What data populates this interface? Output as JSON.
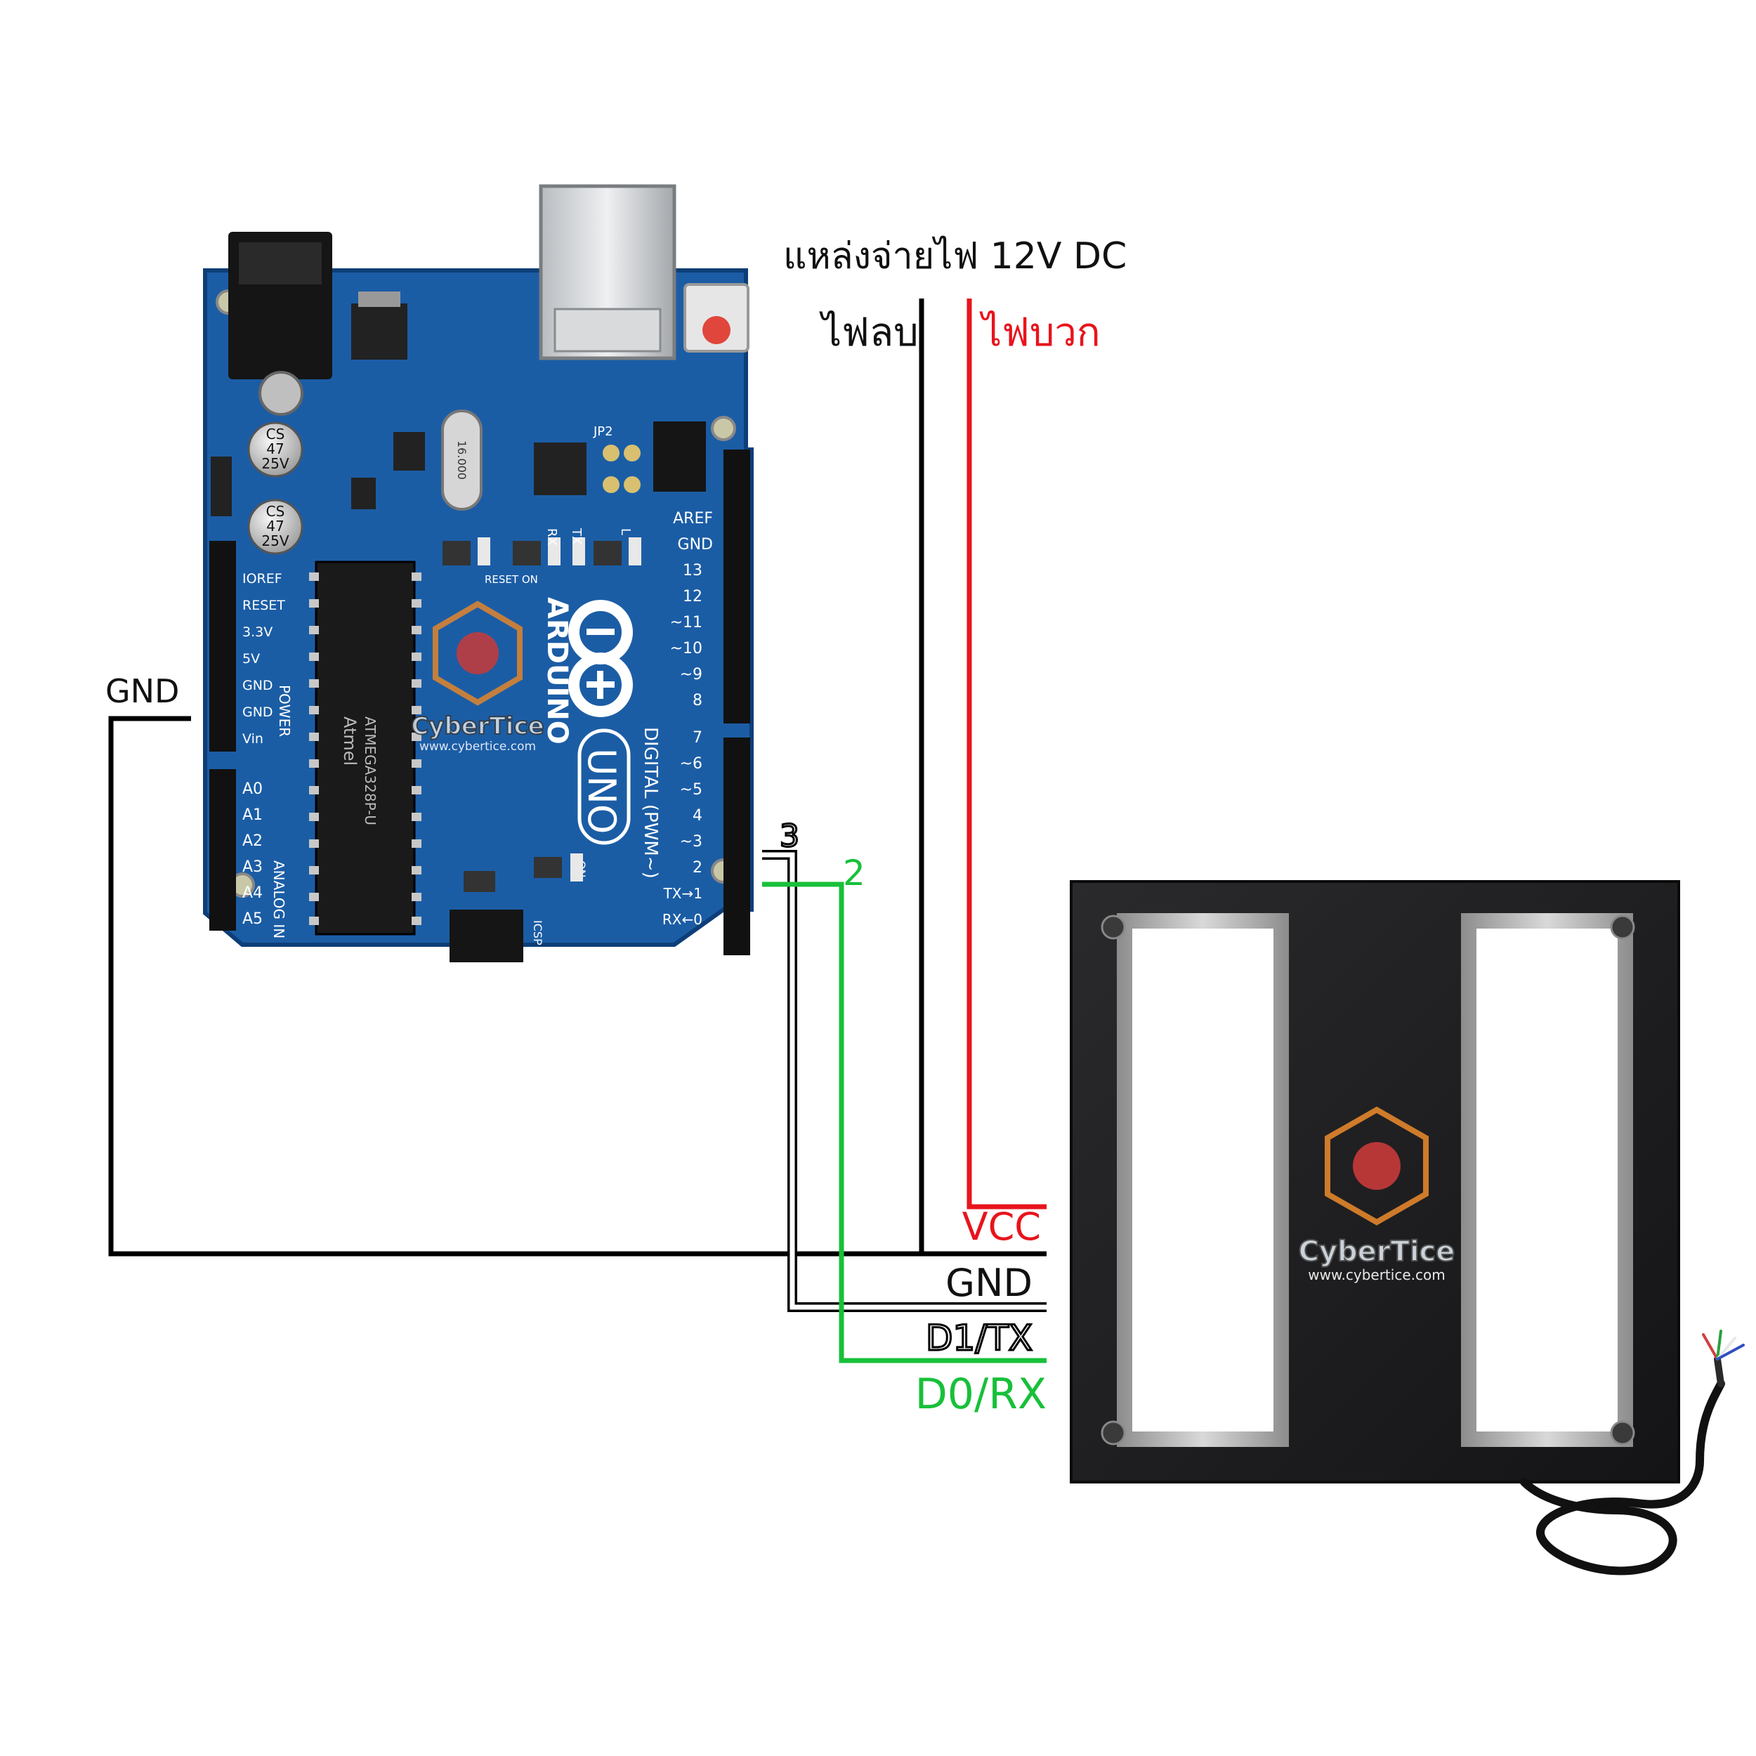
{
  "power_supply": {
    "title": "แหล่งจ่ายไฟ 12V DC",
    "negative_label": "ไฟลบ",
    "positive_label": "ไฟบวก"
  },
  "colors": {
    "black_wire": "#000000",
    "red_wire": "#e8141c",
    "green_wire": "#18c03a",
    "board_blue": "#1b5da5",
    "reader_body": "#1c1c1e"
  },
  "arduino": {
    "brand": "ARDUINO",
    "model": "UNO",
    "power_header_title": "POWER",
    "analog_header_title": "ANALOG IN",
    "digital_header_title": "DIGITAL (PWM~)",
    "power_pins": [
      "IOREF",
      "RESET",
      "3.3V",
      "5V",
      "GND",
      "GND",
      "Vin"
    ],
    "analog_pins": [
      "A0",
      "A1",
      "A2",
      "A3",
      "A4",
      "A5"
    ],
    "digital_pins_top": [
      "AREF",
      "GND",
      "13",
      "12",
      "~11",
      "~10",
      "~9",
      "8"
    ],
    "digital_pins_bottom": [
      "7",
      "~6",
      "~5",
      "4",
      "~3",
      "2",
      "TX→1",
      "RX←0"
    ],
    "capacitor_1": [
      "CS",
      "47",
      "25V"
    ],
    "capacitor_2": [
      "CS",
      "47",
      "25V"
    ],
    "crystal_label": "16.000",
    "jp2_label": "JP2",
    "rx_label": "RX",
    "tx_label": "TX",
    "l_label": "L",
    "reset_on_label": "RESET ON",
    "icsp_label": "ICSP",
    "on_label": "ON",
    "chip_label": "ATMEGA328P-U",
    "chip_brand": "Atmel"
  },
  "wire_labels": {
    "gnd_arduino": "GND",
    "pin3": "3",
    "pin2": "2"
  },
  "reader": {
    "vcc": "VCC",
    "gnd": "GND",
    "d1": "D1/TX",
    "d0": "D0/RX"
  },
  "watermark": {
    "brand": "CyberTice",
    "url": "www.cybertice.com"
  }
}
